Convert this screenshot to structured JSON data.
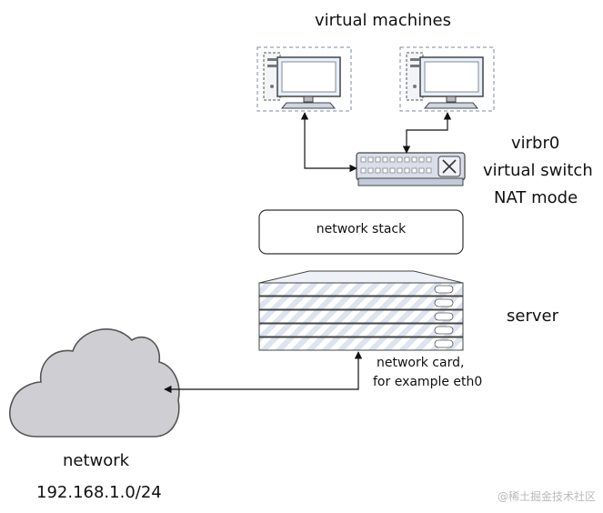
{
  "labels": {
    "virtual_machines": "virtual machines",
    "bridge_name": "virbr0",
    "switch": "virtual switch",
    "mode": "NAT mode",
    "network_stack": "network stack",
    "server": "server",
    "nic_line1": "network card,",
    "nic_line2": "for example eth0",
    "network": "network",
    "subnet": "192.168.1.0/24"
  },
  "watermark": "@稀土掘金技术社区",
  "colors": {
    "line": "#111111",
    "dashed_border": "#7c8aa6",
    "monitor_fill": "#e8f0ff",
    "cloud_fill": "#cfcfd3",
    "server_fill": "#d9deea"
  }
}
